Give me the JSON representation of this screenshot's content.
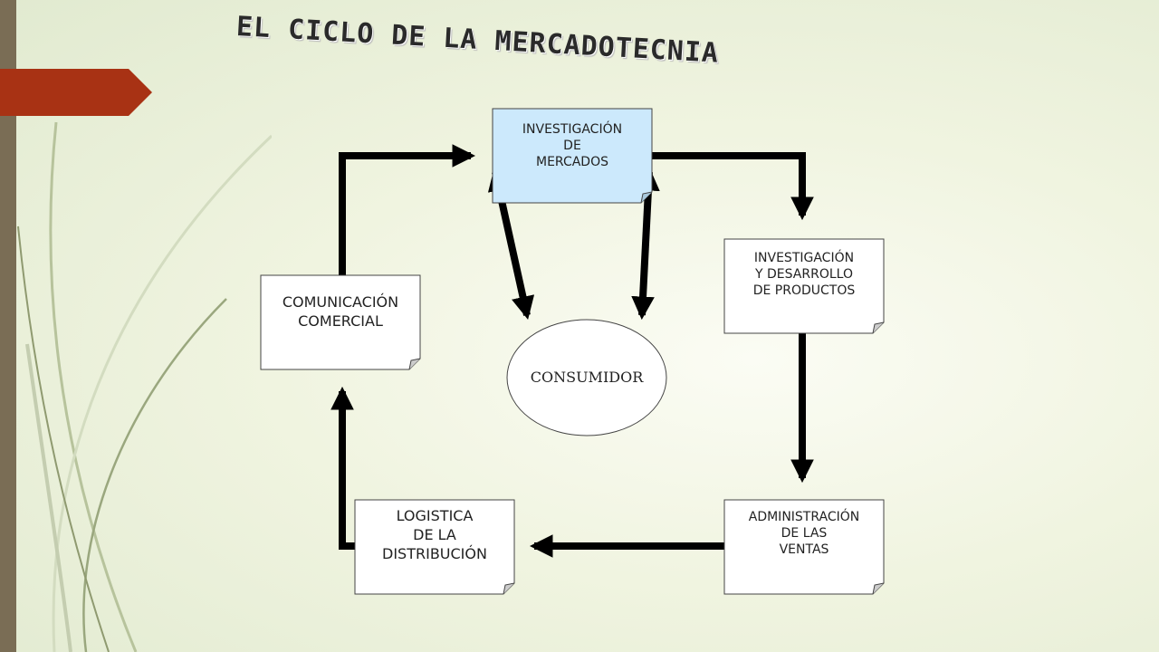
{
  "slide": {
    "title": "EL CICLO DE LA MERCADOTECNIA"
  },
  "colors": {
    "background": "#f0f4e0",
    "left_bar": "#7a6d55",
    "accent_tab": "#a83214",
    "highlight_box": "#cce9fc",
    "arrow": "#000000"
  },
  "diagram": {
    "nodes": {
      "investigacion_mercados": {
        "lines": [
          "INVESTIGACIÓN",
          "DE",
          "MERCADOS"
        ]
      },
      "investigacion_desarrollo": {
        "lines": [
          "INVESTIGACIÓN",
          "Y DESARROLLO",
          "DE PRODUCTOS"
        ]
      },
      "administracion_ventas": {
        "lines": [
          "ADMINISTRACIÓN",
          "DE LAS",
          "VENTAS"
        ]
      },
      "logistica_distribucion": {
        "lines": [
          "LOGISTICA",
          "DE LA",
          "DISTRIBUCIÓN"
        ]
      },
      "comunicacion_comercial": {
        "lines": [
          "COMUNICACIÓN",
          "COMERCIAL"
        ]
      },
      "consumidor": {
        "label": "CONSUMIDOR"
      }
    },
    "edges": [
      {
        "from": "investigacion_mercados",
        "to": "investigacion_desarrollo"
      },
      {
        "from": "investigacion_desarrollo",
        "to": "administracion_ventas"
      },
      {
        "from": "administracion_ventas",
        "to": "logistica_distribucion"
      },
      {
        "from": "logistica_distribucion",
        "to": "comunicacion_comercial"
      },
      {
        "from": "comunicacion_comercial",
        "to": "investigacion_mercados"
      },
      {
        "from": "investigacion_mercados",
        "to": "consumidor",
        "bidirectional": true
      },
      {
        "from": "investigacion_mercados",
        "to": "consumidor",
        "bidirectional": true
      }
    ]
  }
}
